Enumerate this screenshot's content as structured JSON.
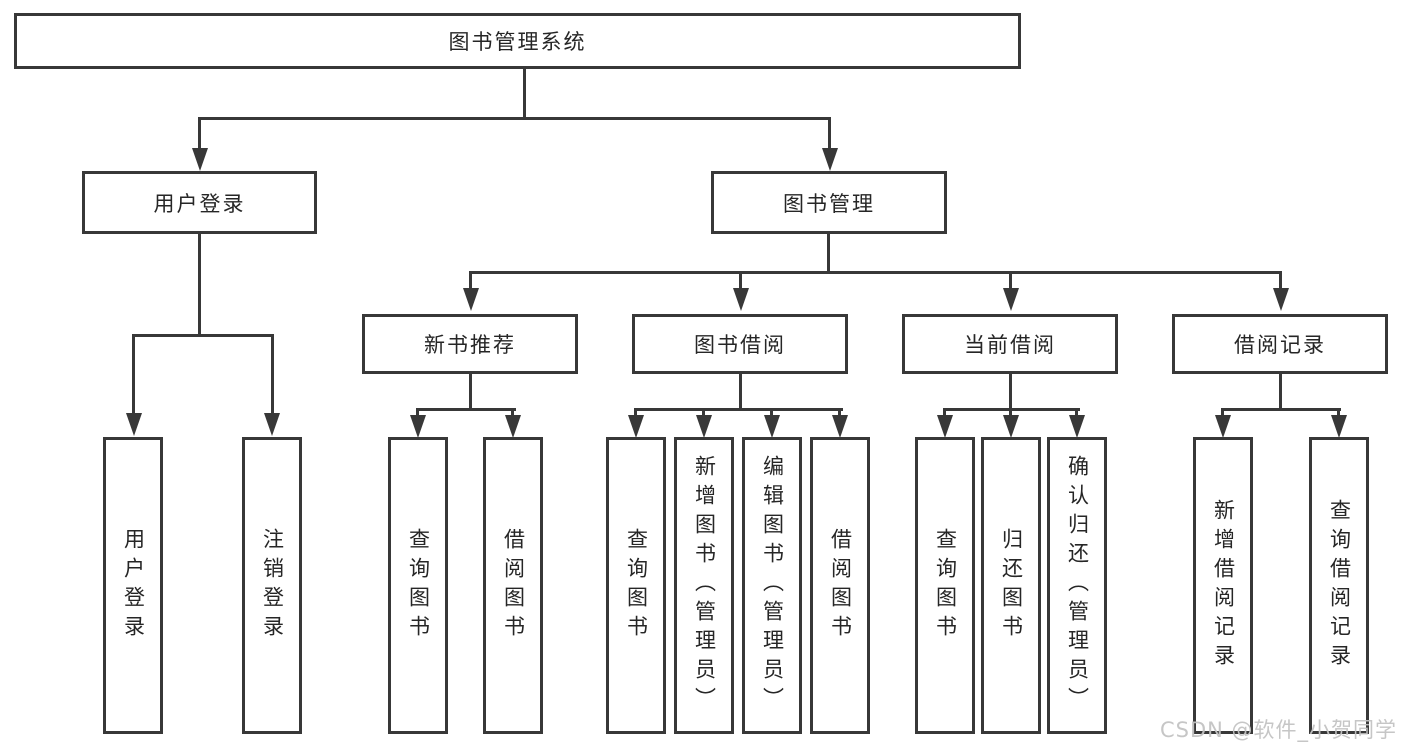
{
  "diagram_title": "图书管理系统",
  "tree": {
    "label": "图书管理系统",
    "children": [
      {
        "label": "用户登录",
        "children": [
          {
            "label": "用户登录"
          },
          {
            "label": "注销登录"
          }
        ]
      },
      {
        "label": "图书管理",
        "children": [
          {
            "label": "新书推荐",
            "children": [
              {
                "label": "查询图书"
              },
              {
                "label": "借阅图书"
              }
            ]
          },
          {
            "label": "图书借阅",
            "children": [
              {
                "label": "查询图书"
              },
              {
                "label": "新增图书（管理员）"
              },
              {
                "label": "编辑图书（管理员）"
              },
              {
                "label": "借阅图书"
              }
            ]
          },
          {
            "label": "当前借阅",
            "children": [
              {
                "label": "查询图书"
              },
              {
                "label": "归还图书"
              },
              {
                "label": "确认归还（管理员）"
              }
            ]
          },
          {
            "label": "借阅记录",
            "children": [
              {
                "label": "新增借阅记录"
              },
              {
                "label": "查询借阅记录"
              }
            ]
          }
        ]
      }
    ]
  },
  "watermark": {
    "text": "CSDN @软件_小贺同学"
  },
  "colors": {
    "box_border": "#383838",
    "connector_line": "#383838",
    "box_fill": "#ffffff",
    "text": "#262626",
    "watermark": "#c3c3c3",
    "background": "#ffffff"
  }
}
